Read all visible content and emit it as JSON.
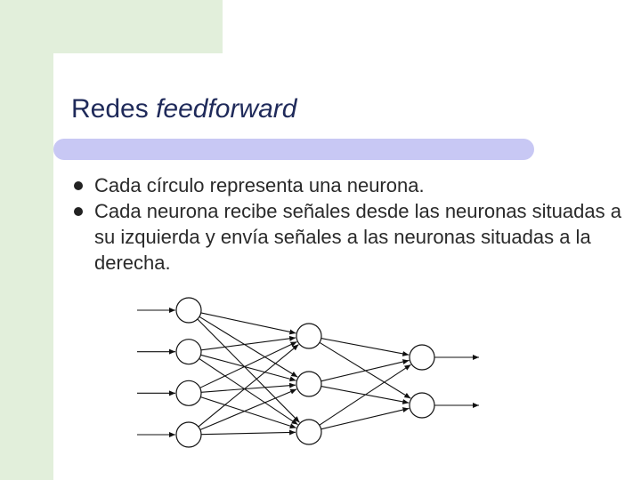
{
  "slide": {
    "title_plain": "Redes ",
    "title_italic": "feedforward",
    "bullets": [
      "Cada círculo representa una neurona.",
      "Cada neurona recibe señales desde las neuronas situadas a su izquierda y envía señales a las neuronas situadas a la derecha."
    ]
  },
  "network": {
    "layers": [
      4,
      3,
      2
    ],
    "inputs_per_first_layer_neuron": 1,
    "outputs_per_last_layer_neuron": 1
  },
  "colors": {
    "background": "#ffffff",
    "decoration": "#e2efdb",
    "title_bar": "#c8c8f4",
    "title_text": "#1f2a5a"
  }
}
